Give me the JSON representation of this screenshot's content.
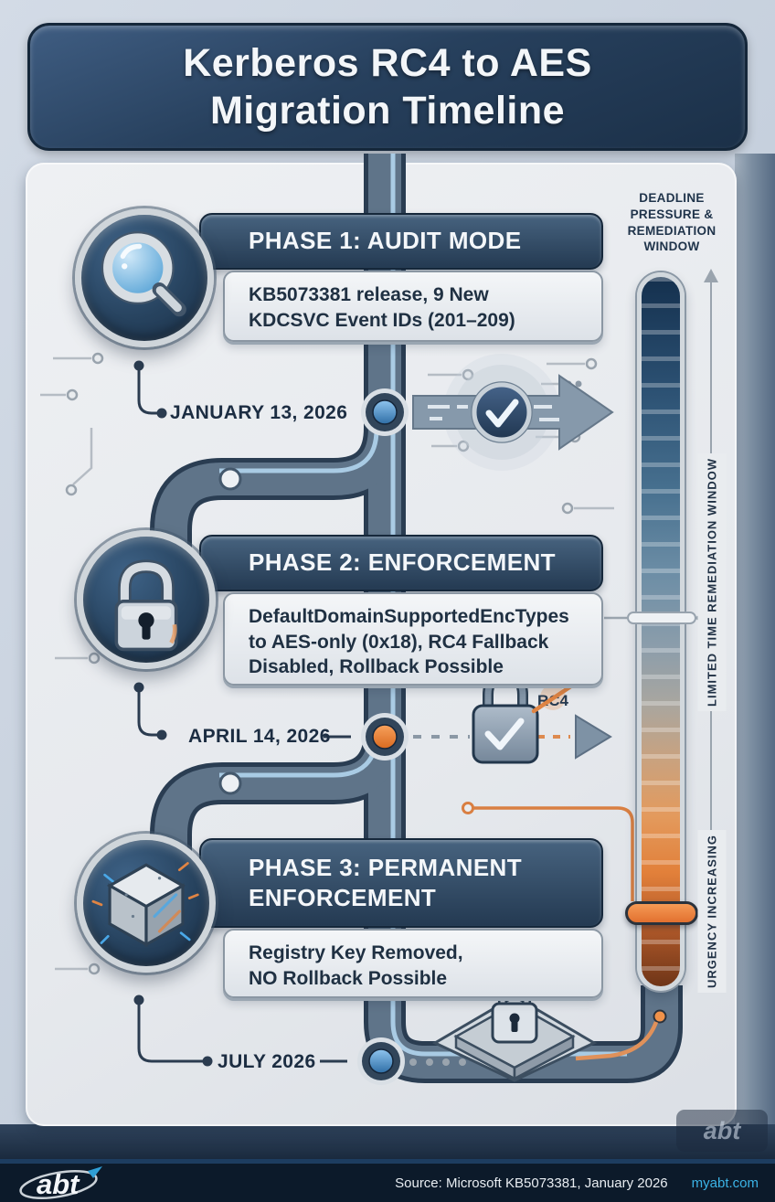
{
  "title": "Kerberos RC4 to AES\nMigration Timeline",
  "phases": [
    {
      "title": "PHASE 1: AUDIT MODE",
      "body": "KB5073381 release, 9 New\nKDCSVC Event IDs (201–209)",
      "date": "JANUARY 13, 2026",
      "icon": "magnifier-icon",
      "node_color": "#4f8cc2"
    },
    {
      "title": "PHASE 2: ENFORCEMENT",
      "body": "DefaultDomainSupportedEncTypes\nto AES-only (0x18), RC4 Fallback\nDisabled, Rollback Possible",
      "date": "APRIL 14, 2026",
      "icon": "padlock-icon",
      "node_color": "#e8843c"
    },
    {
      "title": "PHASE 3: PERMANENT\nENFORCEMENT",
      "body": "Registry Key Removed,\nNO Rollback Possible",
      "date": "JULY 2026",
      "icon": "cube-icon",
      "node_color": "#4f8cc2"
    }
  ],
  "gauge": {
    "header": "DEADLINE\nPRESSURE &\nREMEDIATION\nWINDOW",
    "upper_label": "LIMITED TIME REMEDIATION WINDOW",
    "lower_label": "URGENCY INCREASING"
  },
  "annotations": {
    "rc4_label": "RC4"
  },
  "footer": {
    "logo_text": "abt",
    "source_text": "Source: Microsoft KB5073381, January 2026",
    "site_link": "myabt.com",
    "watermark_text": "abt"
  },
  "colors": {
    "header_navy": "#27405d",
    "pipe": "#5f7489",
    "pipe_stripe": "#a9cbe4",
    "node_blue": "#4f8cc2",
    "node_orange": "#e8843c",
    "gauge_top": "#14304e",
    "gauge_bottom": "#6f3518",
    "card_bg": "#e9ecef",
    "footer_bg": "#0c1a2a",
    "link_blue": "#3bb3e6"
  }
}
